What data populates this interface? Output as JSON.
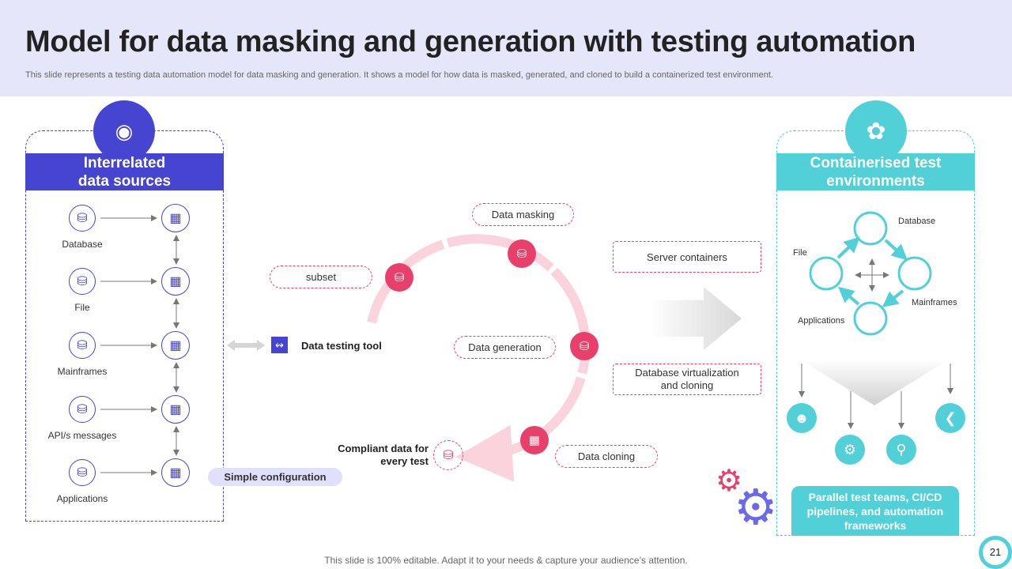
{
  "header": {
    "title": "Model for data masking and generation with testing automation",
    "subtitle": "This slide represents a testing data automation model for data masking and generation. It shows a model for how data is masked, generated, and cloned to build a containerized test environment."
  },
  "left_panel": {
    "title_line1": "Interrelated",
    "title_line2": "data sources",
    "items": [
      "Database",
      "File",
      "Mainframes",
      "API/s messages",
      "Applications"
    ],
    "config_label": "Simple configuration"
  },
  "center": {
    "tool_label": "Data testing tool",
    "subset": "subset",
    "masking": "Data masking",
    "generation": "Data generation",
    "cloning": "Data cloning",
    "compliant": "Compliant data for every test",
    "server": "Server containers",
    "virtualization": "Database virtualization and cloning"
  },
  "right_panel": {
    "title_line1": "Containerised test",
    "title_line2": "environments",
    "nodes": {
      "database": "Database",
      "file": "File",
      "mainframes": "Mainframes",
      "applications": "Applications"
    },
    "footer_box": "Parallel test teams, CI/CD pipelines, and automation frameworks"
  },
  "footer": {
    "note": "This slide is 100% editable. Adapt it to your needs & capture your audience’s attention.",
    "page": "21"
  },
  "colors": {
    "purple": "#4545d1",
    "teal": "#52d0d8",
    "pink": "#e8406b",
    "header_bg": "#e6e6fb"
  }
}
